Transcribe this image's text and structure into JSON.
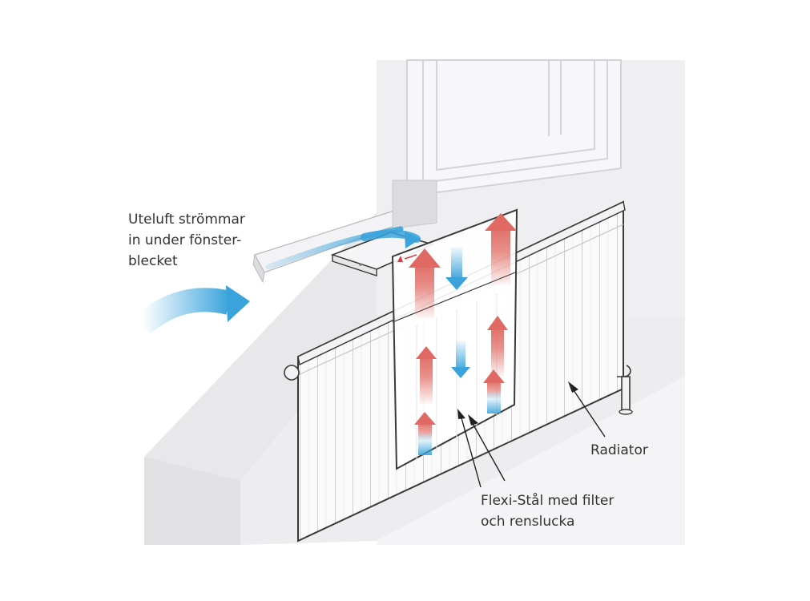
{
  "labels": {
    "outdoor_air": [
      "Uteluft strömmar",
      "in under fönster-",
      "blecket"
    ],
    "radiator": "Radiator",
    "flexi": [
      "Flexi-Stål med filter",
      "och renslucka"
    ]
  },
  "icons": {
    "airflow_in": "curved-arrow-icon",
    "warm_air": "up-arrow-icon",
    "cool_air": "down-arrow-icon"
  },
  "colors": {
    "wall": "#eeeef0",
    "wall_shadow": "#e3e3e6",
    "floor": "#f3f3f5",
    "radiator": "#fafafa",
    "outline": "#3a3a3a",
    "warm_air": "#e06a63",
    "cool_air": "#3aa3dc",
    "label": "#333333"
  }
}
